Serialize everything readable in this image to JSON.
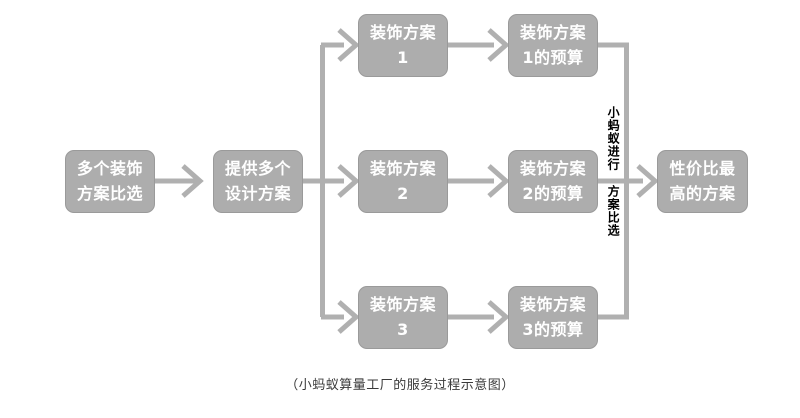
{
  "diagram": {
    "caption": "（小蚂蚁算量工厂的服务过程示意图）",
    "colors": {
      "node_fill": "#adadad",
      "node_border": "#9a9a9a",
      "node_text": "#ffffff",
      "edge": "#b0b0b0",
      "label_text": "#000000",
      "caption_text": "#3a3a3a",
      "background": "#ffffff"
    },
    "nodes": [
      {
        "id": "start",
        "lines": [
          "多个装饰",
          "方案比选"
        ]
      },
      {
        "id": "provide",
        "lines": [
          "提供多个",
          "设计方案"
        ]
      },
      {
        "id": "plan1",
        "lines": [
          "装饰方案",
          "1"
        ]
      },
      {
        "id": "plan2",
        "lines": [
          "装饰方案",
          "2"
        ]
      },
      {
        "id": "plan3",
        "lines": [
          "装饰方案",
          "3"
        ]
      },
      {
        "id": "budget1",
        "lines": [
          "装饰方案",
          "1的预算"
        ]
      },
      {
        "id": "budget2",
        "lines": [
          "装饰方案",
          "2的预算"
        ]
      },
      {
        "id": "budget3",
        "lines": [
          "装饰方案",
          "3的预算"
        ]
      },
      {
        "id": "result",
        "lines": [
          "性价比最",
          "高的方案"
        ]
      }
    ],
    "edge_label": {
      "id": "compare",
      "part1": "小蚂蚁进行",
      "part2": "方案比选"
    }
  }
}
